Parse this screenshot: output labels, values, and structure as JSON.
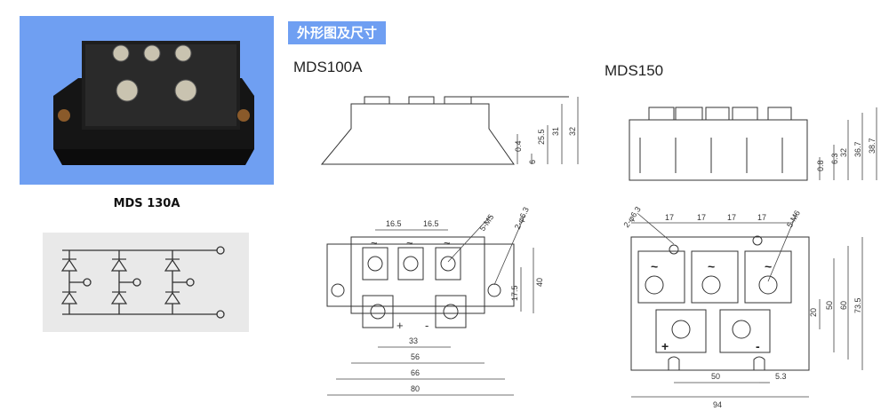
{
  "photo": {
    "caption": "MDS 130A",
    "icon": "module-photo",
    "background": "#6f9ff2"
  },
  "heading": "外形图及尺寸",
  "mds100": {
    "title": "MDS100A",
    "side_dims": [
      "0.4",
      "6",
      "25.5",
      "31",
      "32"
    ],
    "top_dims": [
      "16.5",
      "16.5",
      "5-M5",
      "2-φ6.3",
      "17.5",
      "40",
      "33",
      "56",
      "66",
      "80"
    ],
    "symbols": [
      "~",
      "~",
      "~",
      "+",
      "-"
    ]
  },
  "mds150": {
    "title": "MDS150",
    "side_dims": [
      "0.8",
      "6.3",
      "32",
      "36.7",
      "38.7"
    ],
    "top_dims": [
      "2-φ6.3",
      "17",
      "17",
      "17",
      "17",
      "5-M6",
      "20",
      "50",
      "60",
      "73.5",
      "50",
      "5.3",
      "94"
    ],
    "symbols": [
      "~",
      "~",
      "~",
      "+",
      "-"
    ]
  }
}
